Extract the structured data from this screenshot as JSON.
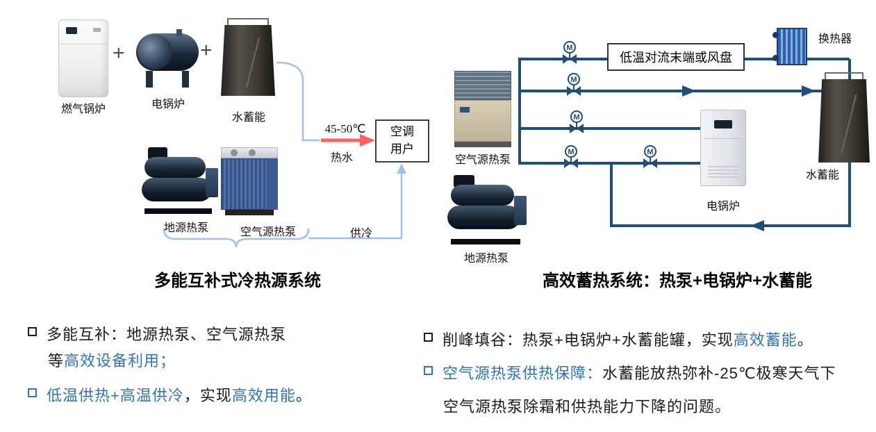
{
  "left_system": {
    "title": "多能互补式冷热源系统",
    "plus": "+",
    "equipment": {
      "gas_boiler": "燃气锅炉",
      "electric_boiler": "电锅炉",
      "water_storage": "水蓄能",
      "ground_source_heat_pump": "地源热泵",
      "air_source_heat_pump": "空气源热泵"
    },
    "flow": {
      "temperature": "45-50℃",
      "hot_water": "热水",
      "cooling_supply": "供冷",
      "ac_user_line1": "空调",
      "ac_user_line2": "用户"
    }
  },
  "right_system": {
    "title": "高效蓄热系统：热泵+电锅炉+水蓄能",
    "equipment": {
      "air_source_heat_pump": "空气源热泵",
      "ground_source_heat_pump": "地源热泵",
      "electric_boiler": "电锅炉",
      "water_storage": "水蓄能",
      "heat_exchanger": "换热器",
      "terminal": "低温对流末端或风盘"
    },
    "valve_motor_label": "M"
  },
  "bullets": {
    "left1": {
      "line1": "多能互补：地源热泵、空气源热泵",
      "line2_prefix": "等",
      "line2_highlight": "高效设备利用；"
    },
    "left2": {
      "highlight1": "低温供热+高温供冷",
      "mid": "，实现",
      "highlight2": "高效用能",
      "end": "。"
    },
    "right1": {
      "lead": "削峰填谷：热泵+电锅炉+水蓄能罐，实现",
      "highlight": "高效蓄能",
      "end": "。"
    },
    "right2": {
      "highlight": "空气源热泵供热保障：",
      "line1_rest": "水蓄能放热弥补-25℃极寒天气下",
      "line2": "空气源热泵除霜和供热能力下降的问题。"
    }
  },
  "colors": {
    "accent_blue": "#2E75B6",
    "pipe_navy": "#1F4E79",
    "connector_blue": "#9DC3E6",
    "hot_water_red": "#FF5B5B",
    "text_black": "#1A1A1A"
  }
}
